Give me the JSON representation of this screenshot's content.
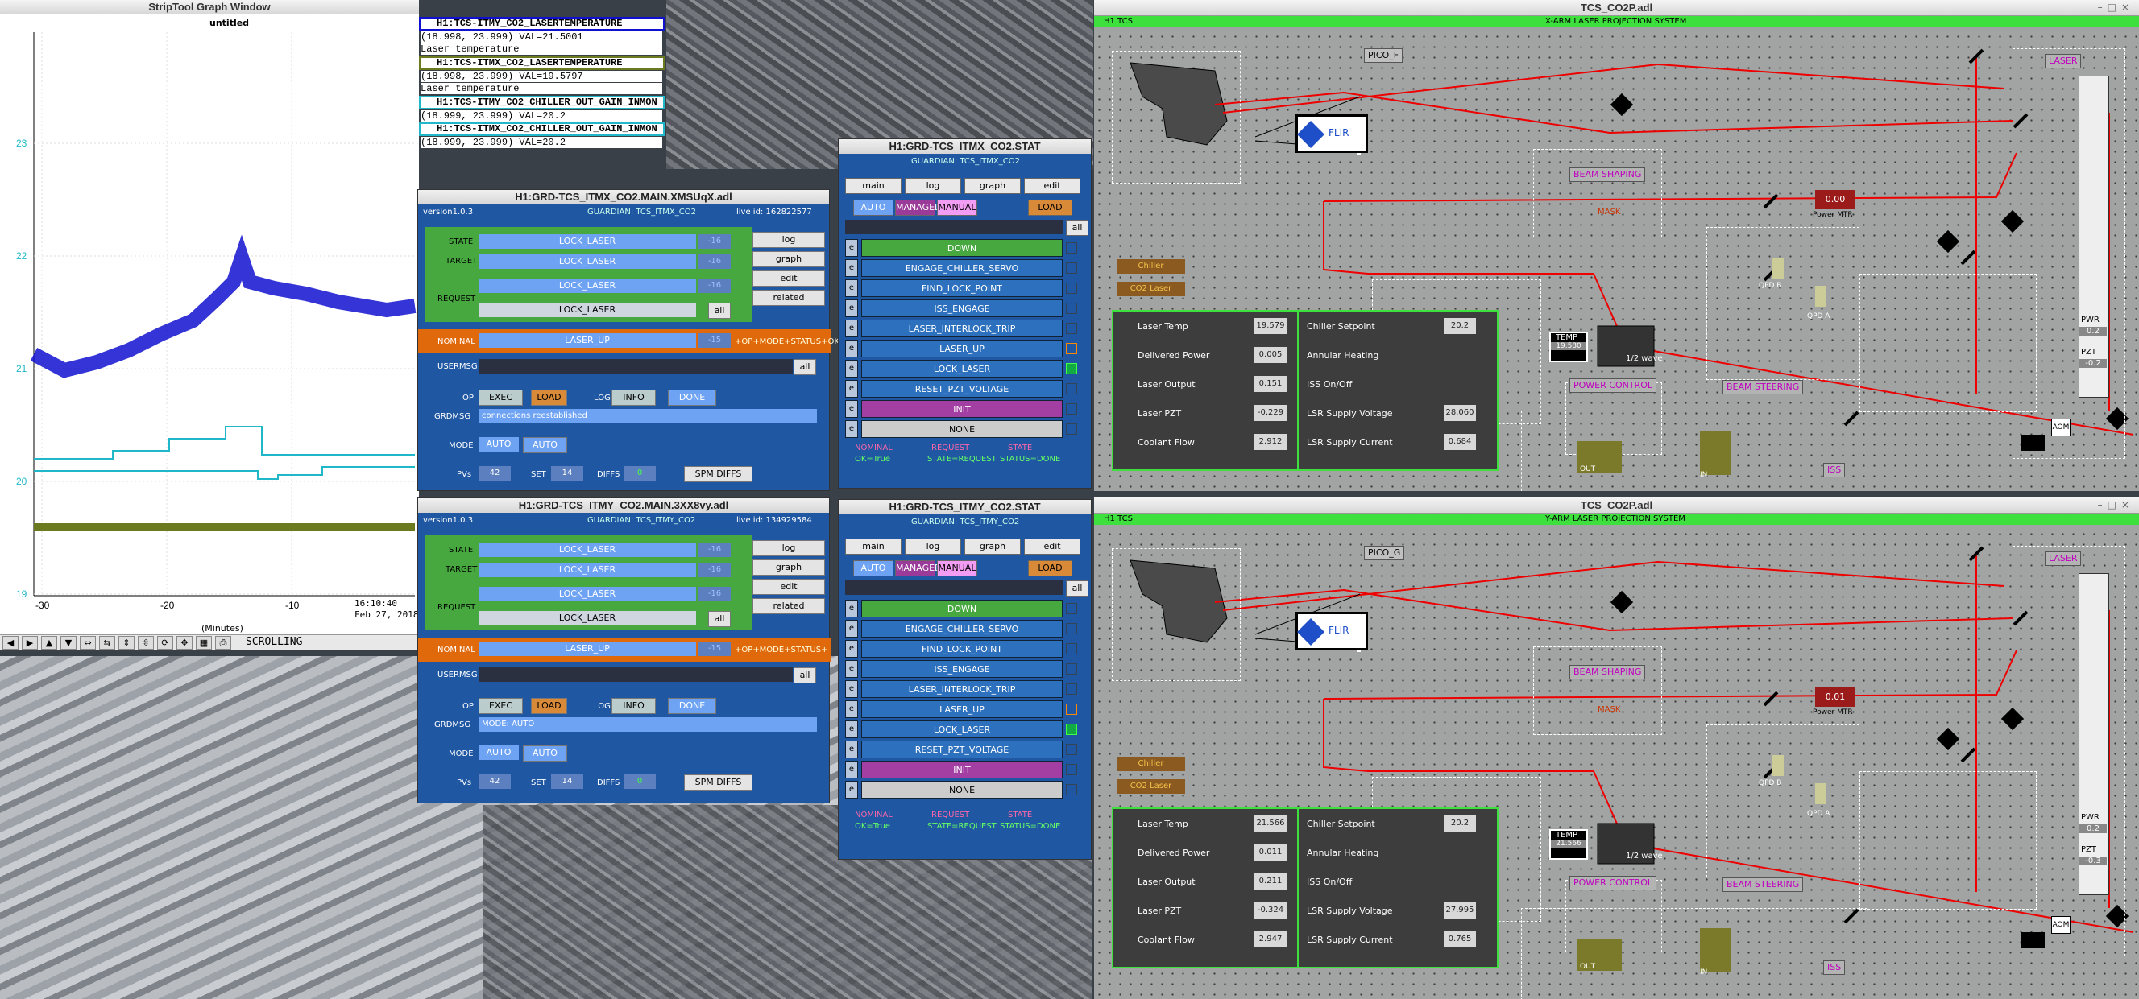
{
  "striptool": {
    "title": "StripTool Graph Window",
    "plot_title": "untitled",
    "yticks": [
      "23",
      "22",
      "21",
      "20",
      "19"
    ],
    "xticks": [
      "-30",
      "-20",
      "-10"
    ],
    "time": "16:10:40",
    "date": "Feb 27, 2018",
    "xlabel": "(Minutes)",
    "mode": "SCROLLING",
    "toolbar_icons": [
      "left-arrow-icon",
      "right-arrow-icon",
      "up-arrow-icon",
      "down-arrow-icon",
      "zoom-x-in-icon",
      "zoom-x-out-icon",
      "zoom-y-in-icon",
      "zoom-y-out-icon",
      "refresh-icon",
      "pan-icon",
      "graph-icon",
      "print-icon"
    ],
    "legend": [
      {
        "name": "H1:TCS-ITMY_CO2_LASERTEMPERATURE",
        "range": "(18.998, 23.999) VAL=21.5001",
        "desc": "Laser temperature",
        "color": "#1010d0"
      },
      {
        "name": "H1:TCS-ITMX_CO2_LASERTEMPERATURE",
        "range": "(18.998, 23.999) VAL=19.5797",
        "desc": "Laser temperature",
        "color": "#6b7a1e"
      },
      {
        "name": "H1:TCS-ITMY_CO2_CHILLER_OUT_GAIN_INMON",
        "range": "(18.999, 23.999) VAL=20.2",
        "desc": "",
        "color": "#20b8c8"
      },
      {
        "name": "H1:TCS-ITMX_CO2_CHILLER_OUT_GAIN_INMON",
        "range": "(18.999, 23.999) VAL=20.2",
        "desc": "",
        "color": "#20b8c8"
      }
    ]
  },
  "gx": {
    "title": "H1:GRD-TCS_ITMX_CO2.MAIN.XMSUqX.adl",
    "version": "version1.0.3",
    "guardian": "GUARDIAN: TCS_ITMX_CO2",
    "live": "live id: 162822577",
    "state": "LOCK_LASER",
    "target": "LOCK_LASER",
    "request": "LOCK_LASER",
    "request_sel": "LOCK_LASER",
    "nominal": "LASER_UP",
    "num": "-16",
    "num_nom": "-15",
    "ok": "+OP+MODE+STATUS+OK",
    "op": "EXEC",
    "load": "LOAD",
    "log": "INFO",
    "done": "DONE",
    "msg": "connections reestablished",
    "mode": "AUTO",
    "mode2": "AUTO",
    "pvs": "42",
    "set": "14",
    "diffs": "0",
    "spm": "SPM DIFFS",
    "btn_log": "log",
    "btn_graph": "graph",
    "btn_edit": "edit",
    "btn_related": "related",
    "all": "all"
  },
  "gy": {
    "title": "H1:GRD-TCS_ITMY_CO2.MAIN.3XX8vy.adl",
    "version": "version1.0.3",
    "guardian": "GUARDIAN: TCS_ITMY_CO2",
    "live": "live id: 134929584",
    "state": "LOCK_LASER",
    "target": "LOCK_LASER",
    "request": "LOCK_LASER",
    "request_sel": "LOCK_LASER",
    "nominal": "LASER_UP",
    "num": "-16",
    "num_nom": "-15",
    "ok": "+OP+MODE+STATUS+",
    "op": "EXEC",
    "load": "LOAD",
    "log": "INFO",
    "done": "DONE",
    "msg": "MODE: AUTO",
    "mode": "AUTO",
    "mode2": "AUTO",
    "pvs": "42",
    "set": "14",
    "diffs": "0",
    "spm": "SPM DIFFS",
    "btn_log": "log",
    "btn_graph": "graph",
    "btn_edit": "edit",
    "btn_related": "related",
    "all": "all"
  },
  "sx": {
    "title": "H1:GRD-TCS_ITMX_CO2.STAT",
    "guardian": "GUARDIAN: TCS_ITMX_CO2"
  },
  "sy": {
    "title": "H1:GRD-TCS_ITMY_CO2.STAT",
    "guardian": "GUARDIAN: TCS_ITMY_CO2"
  },
  "stat": {
    "tabs": [
      "main",
      "log",
      "graph",
      "edit"
    ],
    "modes": [
      "AUTO",
      "MANAGED",
      "MANUAL"
    ],
    "load": "LOAD",
    "all": "all",
    "states": [
      "DOWN",
      "ENGAGE_CHILLER_SERVO",
      "FIND_LOCK_POINT",
      "ISS_ENGAGE",
      "LASER_INTERLOCK_TRIP",
      "LASER_UP",
      "LOCK_LASER",
      "RESET_PZT_VOLTAGE",
      "INIT",
      "NONE"
    ],
    "foot": [
      "NOMINAL",
      "REQUEST",
      "STATE"
    ],
    "foot2": [
      "OK=True",
      "STATE=REQUEST",
      "STATUS=DONE"
    ]
  },
  "tx": {
    "title": "TCS_CO2P.adl",
    "h1": "H1 TCS",
    "subtitle": "X-ARM LASER PROJECTION SYSTEM",
    "pico": "PICO_F",
    "flir": "FLIR",
    "beam": "BEAM SHAPING",
    "mask": "MASK",
    "pwr_mtr": "0.00",
    "power_mtr": "Power MTR",
    "laser": "LASER",
    "pwr": "PWR",
    "pwr_v": "0.2",
    "pzt": "PZT",
    "pzt_v": "-0.2",
    "qpd_b": "QPD B",
    "qpd_a": "QPD A",
    "temp": "TEMP",
    "temp_v": "19.580",
    "half": "1/2 wave",
    "power_ctrl": "POWER CONTROL",
    "steering": "BEAM STEERING",
    "aom": "AOM",
    "iss": "ISS",
    "out": "OUT",
    "in": "IN",
    "c1": "Chiller",
    "c2": "CO2 Laser",
    "rows": [
      [
        "Laser Temp",
        "19.579",
        "Chiller Setpoint",
        "20.2"
      ],
      [
        "Delivered Power",
        "0.005",
        "Annular Heating",
        ""
      ],
      [
        "Laser Output",
        "0.151",
        "ISS On/Off",
        ""
      ],
      [
        "Laser PZT",
        "-0.229",
        "LSR Supply Voltage",
        "28.060"
      ],
      [
        "Coolant Flow",
        "2.912",
        "LSR Supply Current",
        "0.684"
      ]
    ]
  },
  "ty": {
    "title": "TCS_CO2P.adl",
    "h1": "H1 TCS",
    "subtitle": "Y-ARM LASER PROJECTION SYSTEM",
    "pico": "PICO_G",
    "flir": "FLIR",
    "beam": "BEAM SHAPING",
    "mask": "MASK",
    "pwr_mtr": "0.01",
    "power_mtr": "Power MTR",
    "laser": "LASER",
    "pwr": "PWR",
    "pwr_v": "0.2",
    "pzt": "PZT",
    "pzt_v": "-0.3",
    "qpd_b": "QPD B",
    "qpd_a": "QPD A",
    "temp": "TEMP",
    "temp_v": "21.566",
    "half": "1/2 wave",
    "power_ctrl": "POWER CONTROL",
    "steering": "BEAM STEERING",
    "aom": "AOM",
    "iss": "ISS",
    "out": "OUT",
    "in": "IN",
    "c1": "Chiller",
    "c2": "CO2 Laser",
    "rows": [
      [
        "Laser Temp",
        "21.566",
        "Chiller Setpoint",
        "20.2"
      ],
      [
        "Delivered Power",
        "0.011",
        "Annular Heating",
        ""
      ],
      [
        "Laser Output",
        "0.211",
        "ISS On/Off",
        ""
      ],
      [
        "Laser PZT",
        "-0.324",
        "LSR Supply Voltage",
        "27.995"
      ],
      [
        "Coolant Flow",
        "2.947",
        "LSR Supply Current",
        "0.765"
      ]
    ]
  }
}
